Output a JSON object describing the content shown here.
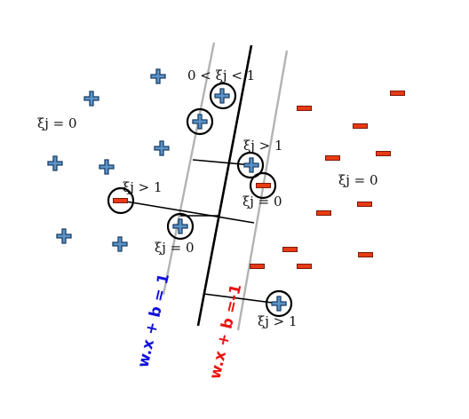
{
  "colors": {
    "plus_fill": "#5b93c8",
    "plus_outline": "#1b3f66",
    "minus_fill": "#e83a14",
    "minus_outline": "#7a1a08",
    "margin_line": "#b3b3b3",
    "boundary_line": "#000000",
    "label_blue": "#1010dd",
    "label_red": "#ee1111"
  },
  "labels": {
    "xi_zero_left": "ξj = 0",
    "xi_zero_right": "ξj = 0",
    "xi_between": "0 < ξj < 1",
    "xi_gt1_upper": "ξj > 1",
    "xi_gt1_left": "ξj > 1",
    "xi_zero_center_upper": "ξj = 0",
    "xi_zero_center_lower": "ξj = 0",
    "xi_gt1_bottom": "ξj > 1",
    "margin_positive": "w.x + b = 1",
    "margin_negative": "w.x + b =-1"
  }
}
